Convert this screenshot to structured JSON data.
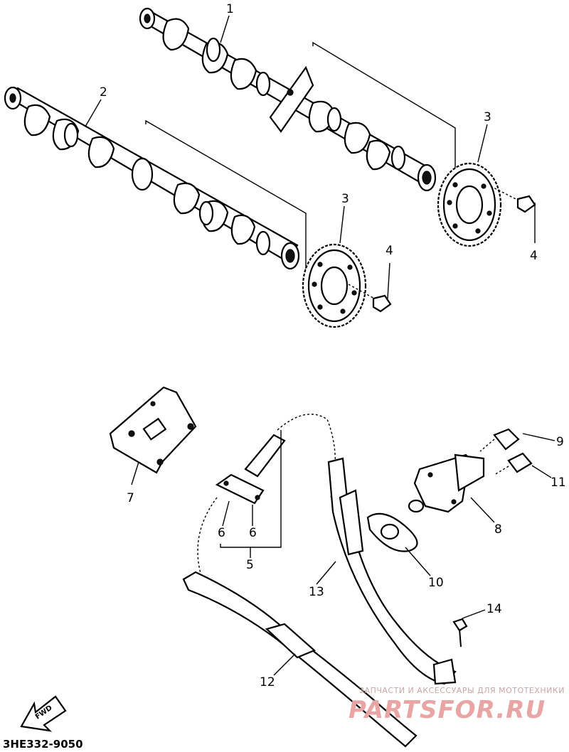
{
  "diagram": {
    "callouts": [
      {
        "id": "c1",
        "text": "1"
      },
      {
        "id": "c2",
        "text": "2"
      },
      {
        "id": "c3a",
        "text": "3"
      },
      {
        "id": "c3b",
        "text": "3"
      },
      {
        "id": "c4a",
        "text": "4"
      },
      {
        "id": "c4b",
        "text": "4"
      },
      {
        "id": "c5",
        "text": "5"
      },
      {
        "id": "c6a",
        "text": "6"
      },
      {
        "id": "c6b",
        "text": "6"
      },
      {
        "id": "c7",
        "text": "7"
      },
      {
        "id": "c8",
        "text": "8"
      },
      {
        "id": "c9",
        "text": "9"
      },
      {
        "id": "c10",
        "text": "10"
      },
      {
        "id": "c11",
        "text": "11"
      },
      {
        "id": "c12",
        "text": "12"
      },
      {
        "id": "c13",
        "text": "13"
      },
      {
        "id": "c14",
        "text": "14"
      }
    ],
    "diagram_code": "3HE332-9050",
    "direction_label": "FWD",
    "watermark": {
      "caption": "ЗАПЧАСТИ И АКСЕССУАРЫ ДЛЯ МОТОТЕХНИКИ",
      "brand": "PARTSFOR.RU"
    }
  }
}
